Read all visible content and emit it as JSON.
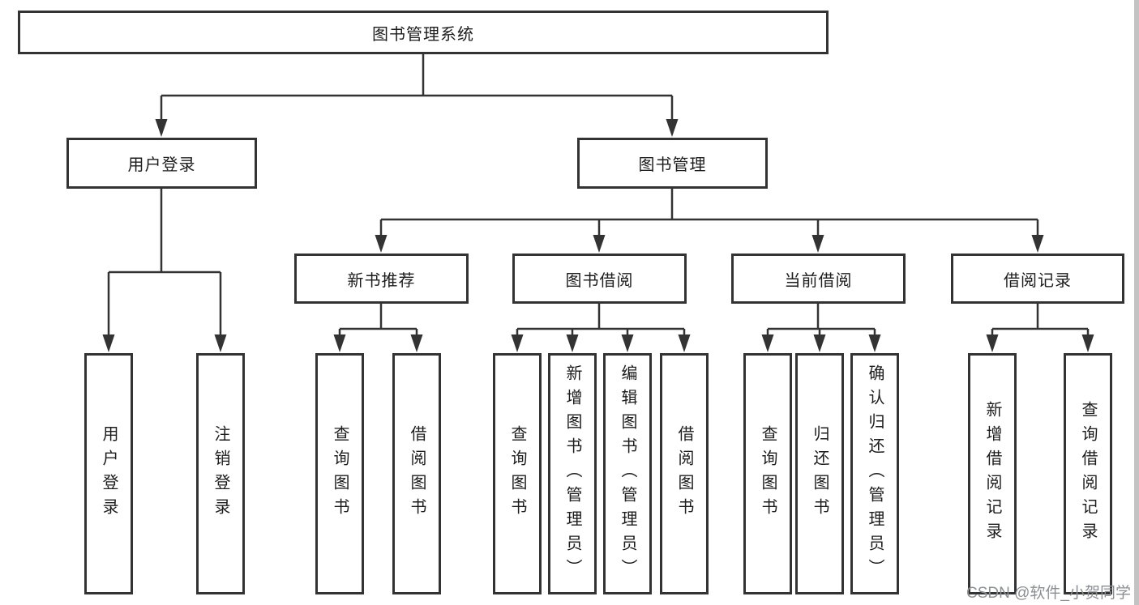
{
  "diagram": {
    "root": {
      "label": "图书管理系统"
    },
    "level1": [
      {
        "id": "user-login",
        "label": "用户登录"
      },
      {
        "id": "book-management",
        "label": "图书管理"
      }
    ],
    "level2": [
      {
        "id": "new-book-recommend",
        "label": "新书推荐",
        "parent": "图书管理"
      },
      {
        "id": "book-borrowing",
        "label": "图书借阅",
        "parent": "图书管理"
      },
      {
        "id": "current-borrowing",
        "label": "当前借阅",
        "parent": "图书管理"
      },
      {
        "id": "borrow-records",
        "label": "借阅记录",
        "parent": "图书管理"
      }
    ],
    "leaves": [
      {
        "id": "user-login-leaf",
        "label": "用户登录",
        "parent": "用户登录"
      },
      {
        "id": "logout-leaf",
        "label": "注销登录",
        "parent": "用户登录"
      },
      {
        "id": "query-books-recommend",
        "label": "查询图书",
        "parent": "新书推荐"
      },
      {
        "id": "borrow-books-recommend",
        "label": "借阅图书",
        "parent": "新书推荐"
      },
      {
        "id": "query-books-borrowing",
        "label": "查询图书",
        "parent": "图书借阅"
      },
      {
        "id": "add-book-admin",
        "label": "新增图书（管理员）",
        "parent": "图书借阅"
      },
      {
        "id": "edit-book-admin",
        "label": "编辑图书（管理员）",
        "parent": "图书借阅"
      },
      {
        "id": "borrow-books-borrowing",
        "label": "借阅图书",
        "parent": "图书借阅"
      },
      {
        "id": "query-books-current",
        "label": "查询图书",
        "parent": "当前借阅"
      },
      {
        "id": "return-books",
        "label": "归还图书",
        "parent": "当前借阅"
      },
      {
        "id": "confirm-return-admin",
        "label": "确认归还（管理员）",
        "parent": "当前借阅"
      },
      {
        "id": "add-borrow-record",
        "label": "新增借阅记录",
        "parent": "借阅记录"
      },
      {
        "id": "query-borrow-record",
        "label": "查询借阅记录",
        "parent": "借阅记录"
      }
    ],
    "watermark": "CSDN @软件_小贺同学",
    "colors": {
      "line": "#333333",
      "box_border": "#333333",
      "text": "#1d1d1d",
      "watermark": "#8b8f93",
      "background": "#ffffff",
      "right_edge_strip": "#c3c3c3"
    }
  }
}
